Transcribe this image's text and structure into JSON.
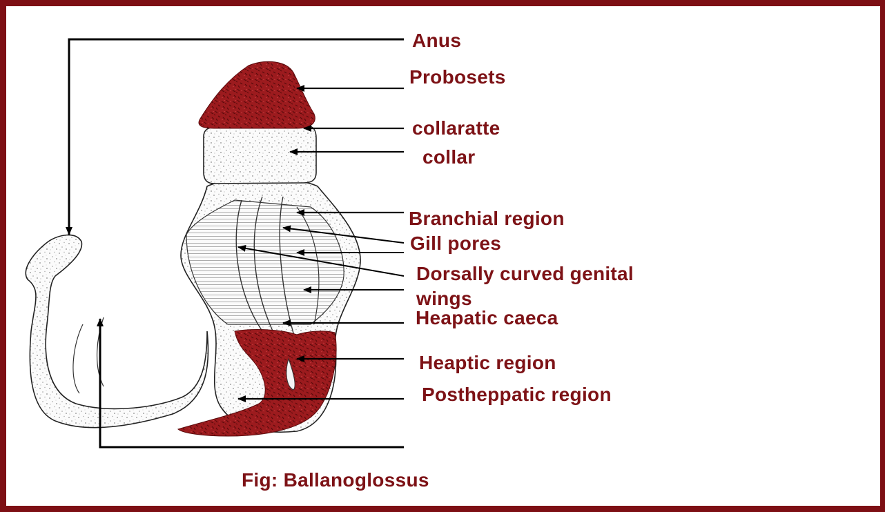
{
  "colors": {
    "border": "#7d0f14",
    "label": "#7d1216",
    "tissue_red": "#9a1a1d",
    "speckle_gray": "#c9c9c9",
    "line": "#000000"
  },
  "labels": {
    "anus": "Anus",
    "proboscis": "Probosets",
    "collarette": "collaratte",
    "collar": "collar",
    "branchial_region": "Branchial region",
    "gill_pores": "Gill pores",
    "genital_wings_line1": "Dorsally curved genital",
    "genital_wings_line2": "wings",
    "hepatic_caeca": "Heapatic caeca",
    "hepatic_region": "Heaptic region",
    "posthepatic_region": "Postheppatic region"
  },
  "caption": "Fig: Ballanoglossus"
}
